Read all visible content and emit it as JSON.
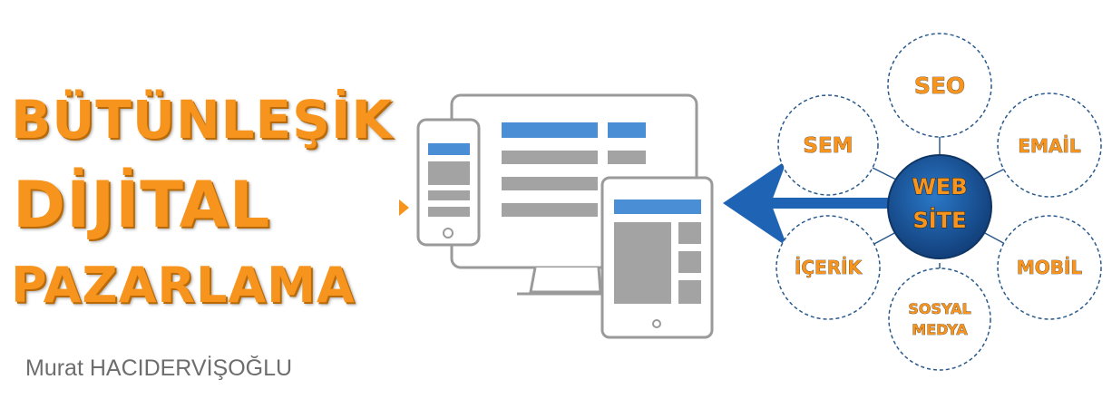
{
  "title": {
    "line1": "BÜTÜNLEŞİK",
    "line2": "DİJİTAL",
    "line3": "PAZARLAMA"
  },
  "author": "Murat HACIDERVİŞOĞLU",
  "hub": {
    "line1": "WEB",
    "line2": "SİTE"
  },
  "nodes": {
    "seo": "SEO",
    "sem": "SEM",
    "email": "EMAİL",
    "icerik": "İÇERİK",
    "mobil": "MOBİL",
    "sosyal_line1": "SOSYAL",
    "sosyal_line2": "MEDYA"
  },
  "colors": {
    "accent_orange": "#f7941d",
    "hub_blue": "#1a5aa3",
    "arrow_blue": "#1f63b5",
    "screen_blue": "#4a8fd6",
    "screen_gray": "#a3a3a3",
    "device_outline": "#9a9a9a",
    "dashed_circle": "#2a5a8c",
    "author_gray": "#6d6d6d"
  }
}
